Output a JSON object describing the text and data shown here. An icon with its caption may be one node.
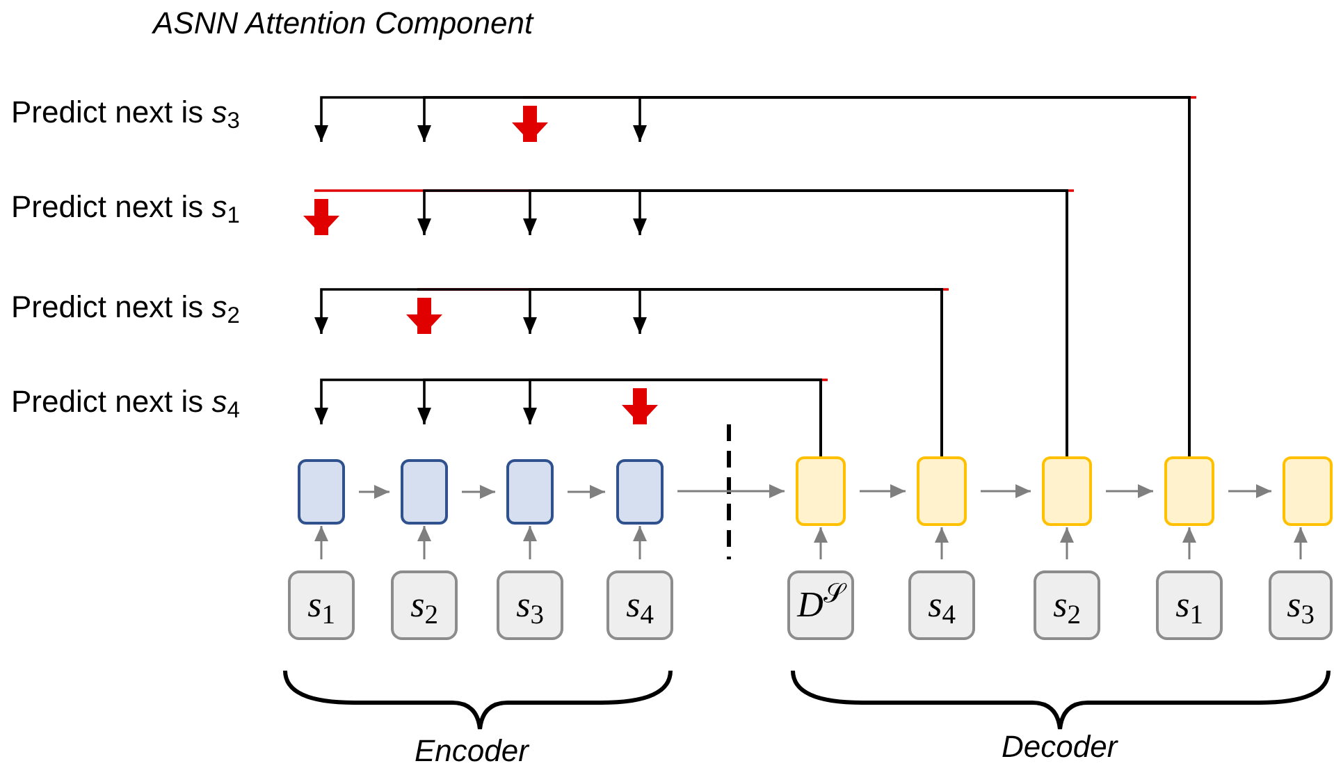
{
  "diagram": {
    "title": "ASNN Attention Component",
    "nodes": [
      {
        "text": [],
        "shape": "box"
      },
      {
        "text": [],
        "shape": "box"
      },
      {
        "text": [],
        "shape": "box"
      },
      {
        "text": [],
        "shape": "box"
      },
      {
        "text": [
          "*s*$_{1}$"
        ]
      },
      {
        "text": [
          "*s*$_{2}$"
        ]
      },
      {
        "text": [
          "*s*$_{3}$"
        ]
      },
      {
        "text": [
          "*s*$_{4}$"
        ]
      },
      {
        "text": [],
        "shape": "box"
      },
      {
        "text": [],
        "shape": "box"
      },
      {
        "text": [],
        "shape": "box"
      },
      {
        "text": [],
        "shape": "box"
      },
      {
        "text": [],
        "shape": "box"
      },
      {
        "text": [
          "*D*$^{𝒮}$"
        ]
      },
      {
        "text": [
          "*s*$_{4}$"
        ]
      },
      {
        "text": [
          "*s*$_{2}$"
        ]
      },
      {
        "text": [
          "*s*$_{1}$"
        ]
      },
      {
        "text": [
          "*s*$_{3}$"
        ]
      }
    ],
    "edges": [
      {
        "from": 0,
        "to": 1,
        "arrow": "to"
      },
      {
        "from": 1,
        "to": 2,
        "arrow": "to"
      },
      {
        "from": 2,
        "to": 3,
        "arrow": "to"
      },
      {
        "from": 3,
        "to": 8,
        "arrow": "to"
      },
      {
        "from": 8,
        "to": 9,
        "arrow": "to"
      },
      {
        "from": 9,
        "to": 10,
        "arrow": "to"
      },
      {
        "from": 10,
        "to": 11,
        "arrow": "to"
      },
      {
        "from": 11,
        "to": 12,
        "arrow": "to"
      },
      {
        "from": 4,
        "to": 0,
        "arrow": "to"
      },
      {
        "from": 5,
        "to": 1,
        "arrow": "to"
      },
      {
        "from": 6,
        "to": 2,
        "arrow": "to"
      },
      {
        "from": 7,
        "to": 3,
        "arrow": "to"
      },
      {
        "from": 13,
        "to": 8,
        "arrow": "to"
      },
      {
        "from": 14,
        "to": 9,
        "arrow": "to"
      },
      {
        "from": 15,
        "to": 10,
        "arrow": "to"
      },
      {
        "from": 16,
        "to": 11,
        "arrow": "to"
      },
      {
        "from": 17,
        "to": 12,
        "arrow": "to"
      },
      {
        "from": 11,
        "to": null,
        "arrow": "to",
        "color": "#000000"
      },
      {
        "from": 11,
        "to": null,
        "arrow": "to",
        "color": "#000000"
      },
      {
        "from": 11,
        "to": null,
        "arrow": "to",
        "style": "thick",
        "color": "#e00000"
      },
      {
        "from": 11,
        "to": null,
        "arrow": "to",
        "color": "#000000"
      },
      {
        "from": 10,
        "to": null,
        "arrow": "to",
        "style": "thick",
        "color": "#e00000"
      },
      {
        "from": 10,
        "to": null,
        "arrow": "to",
        "color": "#000000"
      },
      {
        "from": 10,
        "to": null,
        "arrow": "to",
        "color": "#000000"
      },
      {
        "from": 10,
        "to": null,
        "arrow": "to",
        "color": "#000000"
      },
      {
        "from": 9,
        "to": null,
        "arrow": "to",
        "color": "#000000"
      },
      {
        "from": 9,
        "to": null,
        "arrow": "to",
        "style": "thick",
        "color": "#e00000"
      },
      {
        "from": 9,
        "to": null,
        "arrow": "to",
        "color": "#000000"
      },
      {
        "from": 9,
        "to": null,
        "arrow": "to",
        "color": "#000000"
      },
      {
        "from": 8,
        "to": 0,
        "arrow": "to",
        "color": "#000000"
      },
      {
        "from": 8,
        "to": 1,
        "arrow": "to",
        "color": "#000000"
      },
      {
        "from": 8,
        "to": 2,
        "arrow": "to",
        "color": "#000000"
      },
      {
        "from": 8,
        "to": 3,
        "arrow": "to",
        "style": "thick",
        "color": "#e00000"
      }
    ],
    "labels": [
      "Predict next is *s*$_{3}$",
      "Predict next is *s*$_{1}$",
      "Predict next is *s*$_{2}$",
      "Predict next is *s*$_{4}$",
      "Encoder",
      "Decoder"
    ]
  }
}
